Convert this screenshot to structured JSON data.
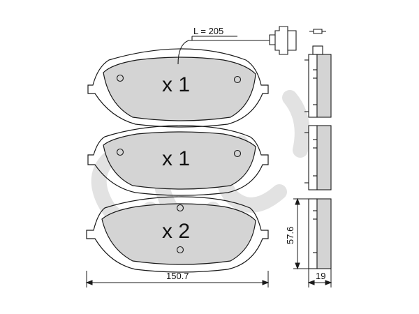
{
  "sensor": {
    "wire_length_label": "L = 205"
  },
  "pads": [
    {
      "quantity_label": "x 1"
    },
    {
      "quantity_label": "x 1"
    },
    {
      "quantity_label": "x 2"
    }
  ],
  "dimensions": {
    "width_label": "150.7",
    "height_label": "57.6",
    "thickness_label": "19"
  },
  "colors": {
    "pad_fill": "#d4d4d4",
    "outline": "#1a1a1a",
    "watermark": "#e2e2e2"
  }
}
